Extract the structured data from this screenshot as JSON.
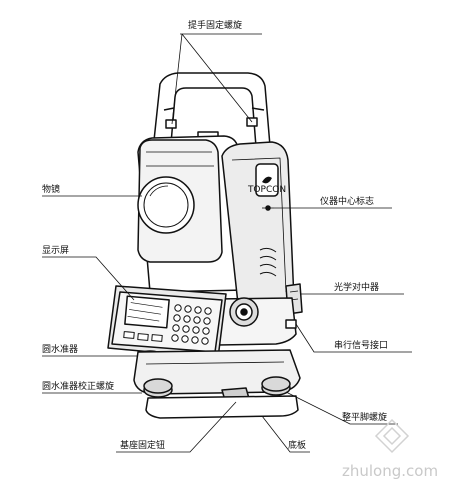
{
  "diagram": {
    "labels": {
      "handle_screw": "提手固定螺旋",
      "objective": "物镜",
      "instrument_center": "仪器中心标志",
      "display": "显示屏",
      "optical_plummet": "光学对中器",
      "circular_level": "圆水准器",
      "serial_port": "串行信号接口",
      "level_adjust_screw": "圆水准器校正螺旋",
      "leveling_screw": "整平脚螺旋",
      "base_clamp": "基座固定钮",
      "base_plate": "底板"
    },
    "brand": "TOPCON",
    "watermark": "zhulong.com"
  }
}
